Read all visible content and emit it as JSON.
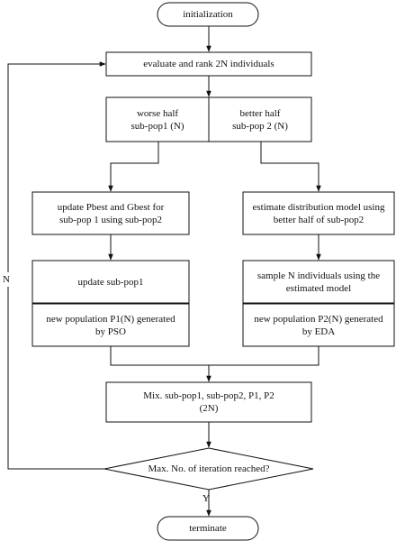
{
  "flowchart": {
    "start": "initialization",
    "evaluate": "evaluate and rank 2N individuals",
    "worse_half": "worse half\nsub-pop1 (N)",
    "better_half": "better half\nsub-pop 2 (N)",
    "update_best": "update  Pbest and Gbest for\nsub-pop 1 using sub-pop2",
    "estimate_model": "estimate distribution model using\nbetter half of sub-pop2",
    "update_subpop1": "update sub-pop1",
    "sample_individuals": "sample N individuals using the\nestimated model",
    "new_pop_pso": "new population P1(N) generated\nby PSO",
    "new_pop_eda": "new population P2(N) generated\nby EDA",
    "mix": "Mix. sub-pop1, sub-pop2, P1, P2\n(2N)",
    "decision": "Max. No. of iteration reached?",
    "yes_label": "Y",
    "no_label": "N",
    "end": "terminate"
  }
}
